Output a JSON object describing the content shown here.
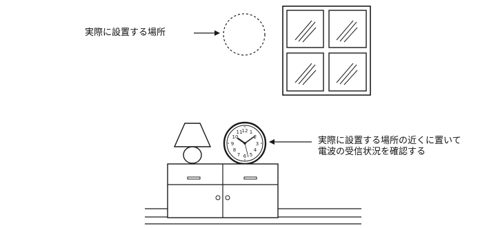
{
  "annotations": {
    "placement_label": "実際に設置する場所",
    "check_line1": "実際に設置する場所の近くに置いて",
    "check_line2": "電波の受信状況を確認する"
  },
  "clock": {
    "numerals": [
      "12",
      "1",
      "2",
      "3",
      "4",
      "5",
      "6",
      "7",
      "8",
      "9",
      "10",
      "11"
    ]
  },
  "colors": {
    "line": "#1a1a1a",
    "glass": "#ffffff",
    "background": "#ffffff"
  }
}
